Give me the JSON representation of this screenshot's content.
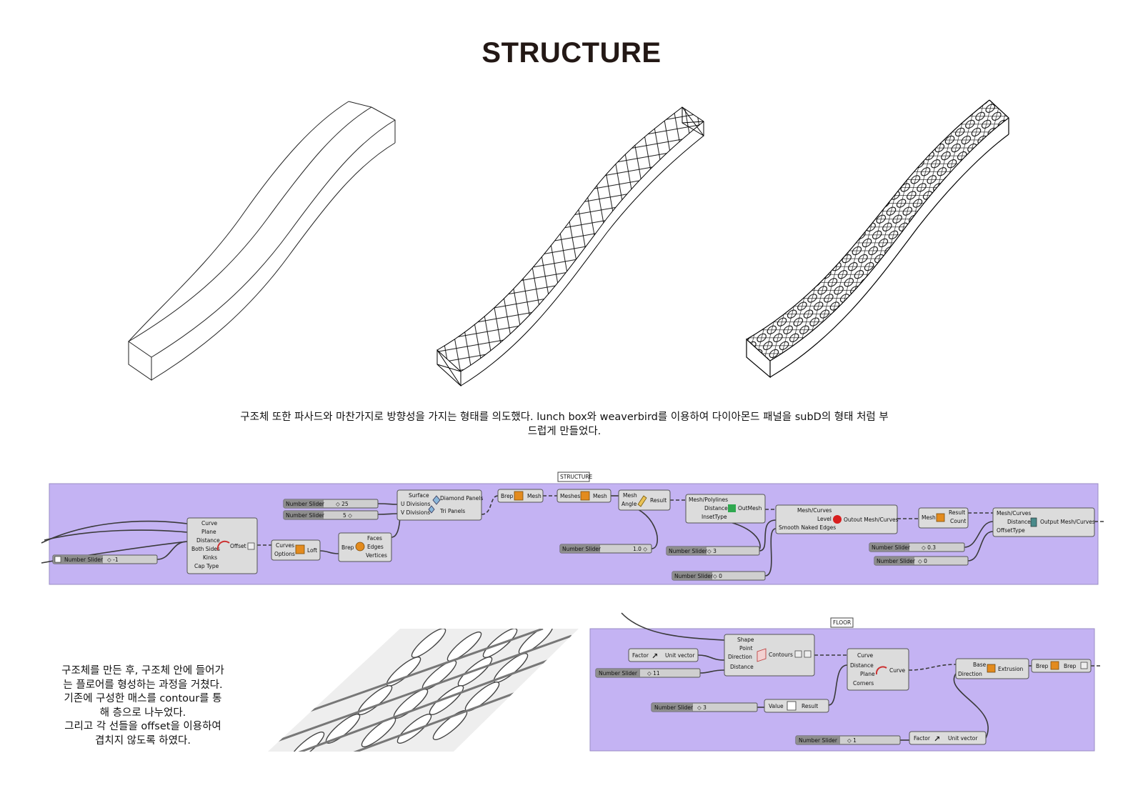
{
  "title": "STRUCTURE",
  "description": "구조체 또한 파사드와 마찬가지로 방향성을 가지는 형태를 의도했다. lunch box와 weaverbird를 이용하여 다이아몬드 패널을 subD의 형태 처럼 부드럽게 만들었다.",
  "side_text": [
    "구조체를 만든 후, 구조체 안에 들어가",
    "는 플로어를 형성하는 과정을 거쳤다.",
    "기존에 구성한 매스를 contour를 통",
    "해 층으로 나누었다.",
    "그리고 각 선들을 offset을 이용하여",
    "겹치지 않도록 하였다."
  ],
  "colors": {
    "group_bg": "#c4b3f3",
    "node": "#dcdcdc",
    "icon_orange": "#e38b1e",
    "icon_red": "#d81e1e"
  },
  "structure_group": {
    "tag": "STRUCTURE",
    "sliders": [
      {
        "label": "Number Slider",
        "value": "◇ -1"
      },
      {
        "label": "Number Slider",
        "value": "◇ 25"
      },
      {
        "label": "Number Slider",
        "value": "5 ◇"
      },
      {
        "label": "Number Slider",
        "value": "1.0 ◇"
      },
      {
        "label": "Number Slider",
        "value": "◇ 3"
      },
      {
        "label": "Number Slider",
        "value": "◇ 0"
      },
      {
        "label": "Number Slider",
        "value": "◇ 0.3"
      },
      {
        "label": "Number Slider",
        "value": "◇ 0"
      }
    ],
    "offset": {
      "inputs": [
        "Curve",
        "Plane",
        "Distance",
        "Both Sides",
        "Kinks",
        "Cap Type"
      ],
      "name": "Offset"
    },
    "loft": {
      "inputs": [
        "Curves",
        "Options"
      ],
      "name": "Loft"
    },
    "explode": {
      "input": "Brep",
      "outputs": [
        "Faces",
        "Edges",
        "Vertices"
      ]
    },
    "diamond": {
      "inputs": [
        "Surface",
        "U Divisions",
        "V Divisions"
      ],
      "outputs": [
        "Diamond Panels",
        "Tri Panels"
      ]
    },
    "mesh_brep": {
      "input": "Brep",
      "output": "Mesh"
    },
    "join_mesh": {
      "input": "Meshes",
      "output": "Mesh"
    },
    "weld": {
      "inputs": [
        "Mesh",
        "Angle"
      ],
      "output": "Result"
    },
    "inset": {
      "inputs": [
        "Mesh/Polylines",
        "Distance",
        "InsetType"
      ],
      "output": "OutMesh"
    },
    "catmull": {
      "inputs": [
        "Mesh/Curves",
        "Level",
        "Smooth Naked Edges"
      ],
      "output": "Outout Mesh/Curves"
    },
    "clean": {
      "input": "Mesh",
      "outputs": [
        "Result",
        "Count"
      ]
    },
    "thicken": {
      "inputs": [
        "Mesh/Curves",
        "Distance",
        "OffsetType"
      ],
      "output": "Output Mesh/Curves"
    }
  },
  "floor_group": {
    "tag": "FLOOR",
    "unit1": {
      "input": "Factor",
      "output": "Unit vector"
    },
    "slider1": {
      "label": "Number Slider",
      "value": "◇ 11"
    },
    "contour": {
      "inputs": [
        "Shape",
        "Point",
        "Direction",
        "Distance"
      ],
      "output": "Contours"
    },
    "slider2": {
      "label": "Number Slider",
      "value": "◇ 3"
    },
    "negative": {
      "input": "Value",
      "output": "Result"
    },
    "offset": {
      "inputs": [
        "Curve",
        "Distance",
        "Plane",
        "Corners"
      ],
      "output": "Curve"
    },
    "extrude": {
      "inputs": [
        "Base",
        "Direction"
      ],
      "output": "Extrusion"
    },
    "brep": {
      "input": "Brep",
      "output": "Brep"
    },
    "slider3": {
      "label": "Number Slider",
      "value": "◇ 1"
    },
    "unit2": {
      "input": "Factor",
      "output": "Unit vector"
    }
  }
}
